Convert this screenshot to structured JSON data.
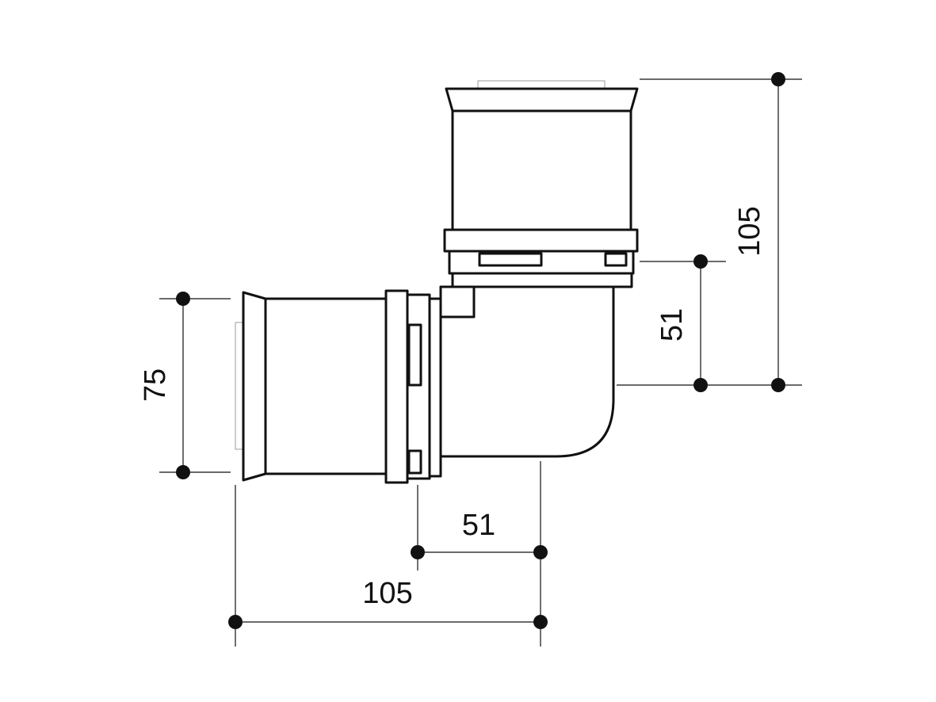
{
  "colors": {
    "line": "#111111",
    "hidden_line": "#9a9a9a",
    "background": "#ffffff"
  },
  "dimensions": {
    "top_total_height": "105",
    "top_branch_length": "51",
    "left_diameter": "75",
    "bottom_branch_length": "51",
    "bottom_total_length": "105"
  }
}
